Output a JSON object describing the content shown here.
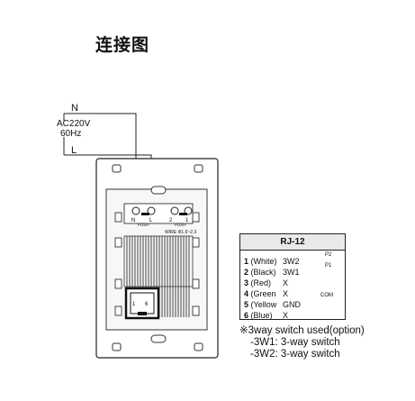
{
  "title": "连接图",
  "power": {
    "n": "N",
    "voltage": "AC220V",
    "freq": "60Hz",
    "l": "L"
  },
  "terminals": {
    "left_labels": [
      "N",
      "L"
    ],
    "right_labels": [
      "2",
      "1"
    ],
    "push_left": "PUSH",
    "push_right": "PUSH",
    "wire_note": "WIRE Φ1.6~2.3"
  },
  "jack_pins": [
    "1",
    "6"
  ],
  "rj12": {
    "header": "RJ-12",
    "rows": [
      {
        "num": "1",
        "color": "(White)",
        "signal": "3W2"
      },
      {
        "num": "2",
        "color": "(Black)",
        "signal": "3W1"
      },
      {
        "num": "3",
        "color": "(Red)",
        "signal": "X"
      },
      {
        "num": "4",
        "color": "(Green",
        "signal": "X"
      },
      {
        "num": "5",
        "color": "(Yellow",
        "signal": "GND"
      },
      {
        "num": "6",
        "color": "(Blue)",
        "signal": "X"
      }
    ],
    "switch_labels": [
      "P2",
      "P1"
    ],
    "com_label": "COM"
  },
  "note": {
    "line1": "※3way switch used(option)",
    "line2": "-3W1: 3-way switch",
    "line3": "-3W2: 3-way switch"
  }
}
